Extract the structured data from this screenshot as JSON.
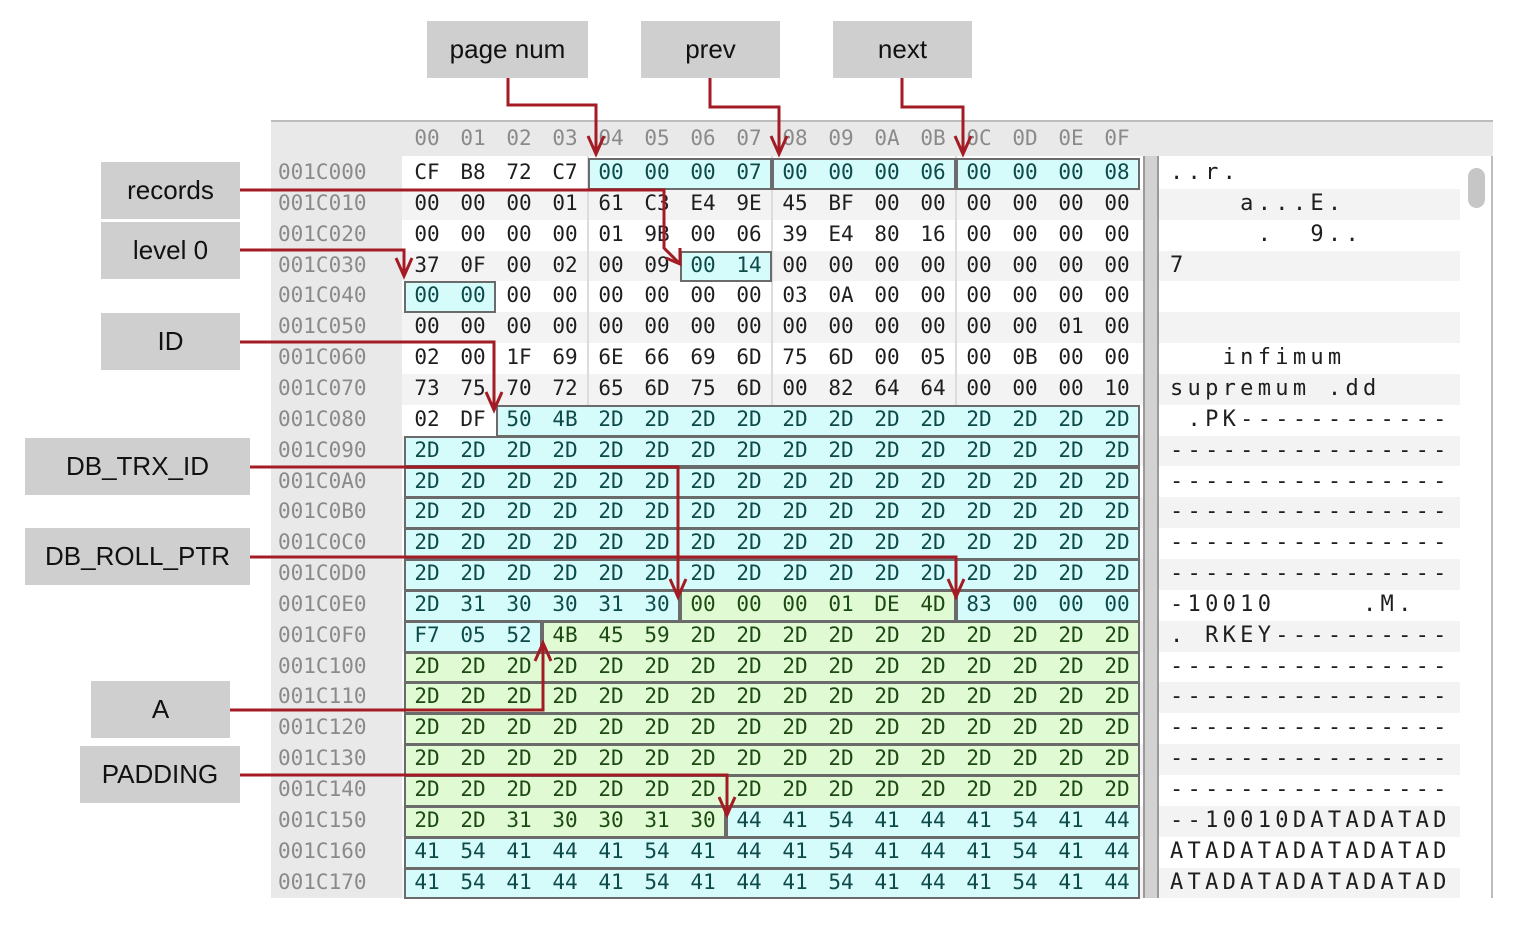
{
  "header_columns": [
    "00",
    "01",
    "02",
    "03",
    "04",
    "05",
    "06",
    "07",
    "08",
    "09",
    "0A",
    "0B",
    "0C",
    "0D",
    "0E",
    "0F"
  ],
  "rows": [
    {
      "offset": "001C000",
      "hex": "CF B8 72 C7 00 00 00 07 00 00 00 06 00 00 00 08",
      "ascii": "..r."
    },
    {
      "offset": "001C010",
      "hex": "00 00 00 01 61 C3 E4 9E 45 BF 00 00 00 00 00 00",
      "ascii": "    a...E."
    },
    {
      "offset": "001C020",
      "hex": "00 00 00 00 01 9B 00 06 39 E4 80 16 00 00 00 00",
      "ascii": "     .  9.."
    },
    {
      "offset": "001C030",
      "hex": "37 0F 00 02 00 09 00 14 00 00 00 00 00 00 00 00",
      "ascii": "7"
    },
    {
      "offset": "001C040",
      "hex": "00 00 00 00 00 00 00 00 03 0A 00 00 00 00 00 00",
      "ascii": ""
    },
    {
      "offset": "001C050",
      "hex": "00 00 00 00 00 00 00 00 00 00 00 00 00 00 01 00",
      "ascii": ""
    },
    {
      "offset": "001C060",
      "hex": "02 00 1F 69 6E 66 69 6D 75 6D 00 05 00 0B 00 00",
      "ascii": "   infimum"
    },
    {
      "offset": "001C070",
      "hex": "73 75 70 72 65 6D 75 6D 00 82 64 64 00 00 00 10",
      "ascii": "supremum .dd"
    },
    {
      "offset": "001C080",
      "hex": "02 DF 50 4B 2D 2D 2D 2D 2D 2D 2D 2D 2D 2D 2D 2D",
      "ascii": " .PK------------"
    },
    {
      "offset": "001C090",
      "hex": "2D 2D 2D 2D 2D 2D 2D 2D 2D 2D 2D 2D 2D 2D 2D 2D",
      "ascii": "----------------"
    },
    {
      "offset": "001C0A0",
      "hex": "2D 2D 2D 2D 2D 2D 2D 2D 2D 2D 2D 2D 2D 2D 2D 2D",
      "ascii": "----------------"
    },
    {
      "offset": "001C0B0",
      "hex": "2D 2D 2D 2D 2D 2D 2D 2D 2D 2D 2D 2D 2D 2D 2D 2D",
      "ascii": "----------------"
    },
    {
      "offset": "001C0C0",
      "hex": "2D 2D 2D 2D 2D 2D 2D 2D 2D 2D 2D 2D 2D 2D 2D 2D",
      "ascii": "----------------"
    },
    {
      "offset": "001C0D0",
      "hex": "2D 2D 2D 2D 2D 2D 2D 2D 2D 2D 2D 2D 2D 2D 2D 2D",
      "ascii": "----------------"
    },
    {
      "offset": "001C0E0",
      "hex": "2D 31 30 30 31 30 00 00 00 01 DE 4D 83 00 00 00",
      "ascii": "-10010     .M."
    },
    {
      "offset": "001C0F0",
      "hex": "F7 05 52 4B 45 59 2D 2D 2D 2D 2D 2D 2D 2D 2D 2D",
      "ascii": ". RKEY----------"
    },
    {
      "offset": "001C100",
      "hex": "2D 2D 2D 2D 2D 2D 2D 2D 2D 2D 2D 2D 2D 2D 2D 2D",
      "ascii": "----------------"
    },
    {
      "offset": "001C110",
      "hex": "2D 2D 2D 2D 2D 2D 2D 2D 2D 2D 2D 2D 2D 2D 2D 2D",
      "ascii": "----------------"
    },
    {
      "offset": "001C120",
      "hex": "2D 2D 2D 2D 2D 2D 2D 2D 2D 2D 2D 2D 2D 2D 2D 2D",
      "ascii": "----------------"
    },
    {
      "offset": "001C130",
      "hex": "2D 2D 2D 2D 2D 2D 2D 2D 2D 2D 2D 2D 2D 2D 2D 2D",
      "ascii": "----------------"
    },
    {
      "offset": "001C140",
      "hex": "2D 2D 2D 2D 2D 2D 2D 2D 2D 2D 2D 2D 2D 2D 2D 2D",
      "ascii": "----------------"
    },
    {
      "offset": "001C150",
      "hex": "2D 2D 31 30 30 31 30 44 41 54 41 44 41 54 41 44",
      "ascii": "--10010DATADATAD"
    },
    {
      "offset": "001C160",
      "hex": "41 54 41 44 41 54 41 44 41 54 41 44 41 54 41 44",
      "ascii": "ATADATADATADATAD"
    },
    {
      "offset": "001C170",
      "hex": "41 54 41 44 41 54 41 44 41 54 41 44 41 54 41 44",
      "ascii": "ATADATADATADATAD"
    }
  ],
  "fields": [
    {
      "name": "page-num",
      "start": 4,
      "end": 7,
      "color": "cyan"
    },
    {
      "name": "prev",
      "start": 8,
      "end": 11,
      "color": "cyan"
    },
    {
      "name": "next",
      "start": 12,
      "end": 15,
      "color": "cyan"
    },
    {
      "name": "records",
      "start": 54,
      "end": 55,
      "color": "cyan"
    },
    {
      "name": "level",
      "start": 64,
      "end": 65,
      "color": "cyan"
    },
    {
      "name": "id",
      "start": 130,
      "end": 229,
      "color": "cyan"
    },
    {
      "name": "db-trx-id",
      "start": 230,
      "end": 235,
      "color": "green"
    },
    {
      "name": "db-roll-ptr",
      "start": 236,
      "end": 242,
      "color": "cyan"
    },
    {
      "name": "a",
      "start": 243,
      "end": 342,
      "color": "green"
    },
    {
      "name": "padding",
      "start": 343,
      "end": 383,
      "color": "cyan"
    }
  ],
  "colors": {
    "cyan": "#d6fbfb",
    "green": "#e0fbd4",
    "cyan_text": "#0d4a4a",
    "green_text": "#1c4a12",
    "arrow": "#a31c25",
    "label_bg": "#cfcfcf"
  },
  "labels": {
    "page_num": "page num",
    "prev": "prev",
    "next": "next",
    "records": "records",
    "level0": "level 0",
    "id": "ID",
    "db_trx_id": "DB_TRX_ID",
    "db_roll_ptr": "DB_ROLL_PTR",
    "a": "A",
    "padding": "PADDING"
  }
}
